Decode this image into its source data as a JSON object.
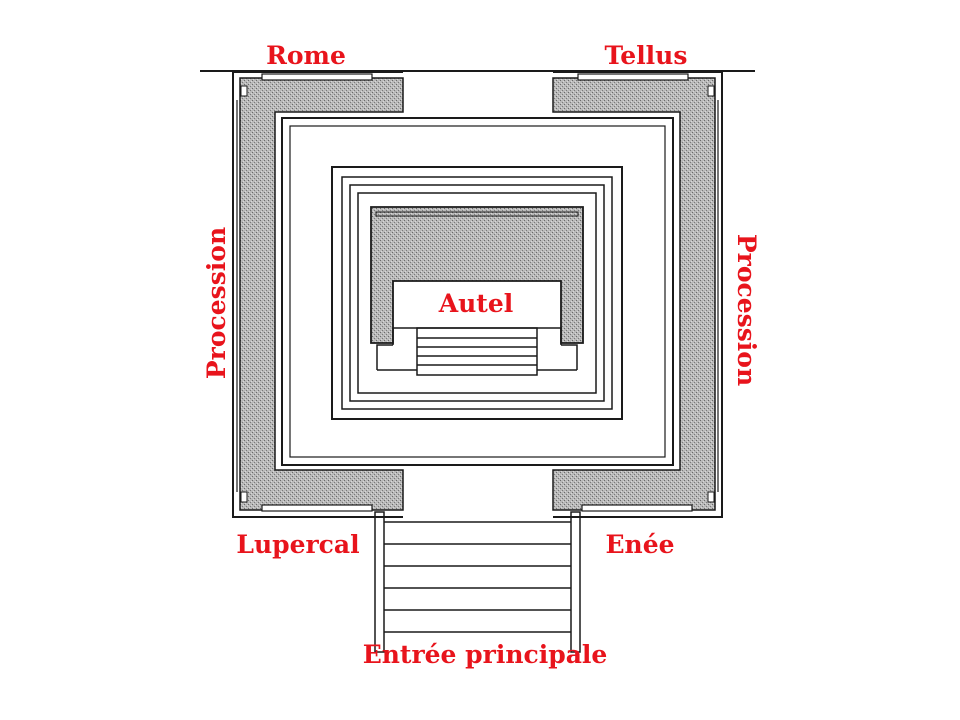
{
  "diagram": {
    "labels": {
      "rome": "Rome",
      "tellus": "Tellus",
      "procession_left": "Procession",
      "procession_right": "Procession",
      "autel": "Autel",
      "lupercal": "Lupercal",
      "enee": "Enée",
      "entree": "Entrée principale"
    },
    "colors": {
      "label": "#e8141c",
      "line": "#1a1a1a",
      "stipple": "#a8a8a8"
    }
  }
}
